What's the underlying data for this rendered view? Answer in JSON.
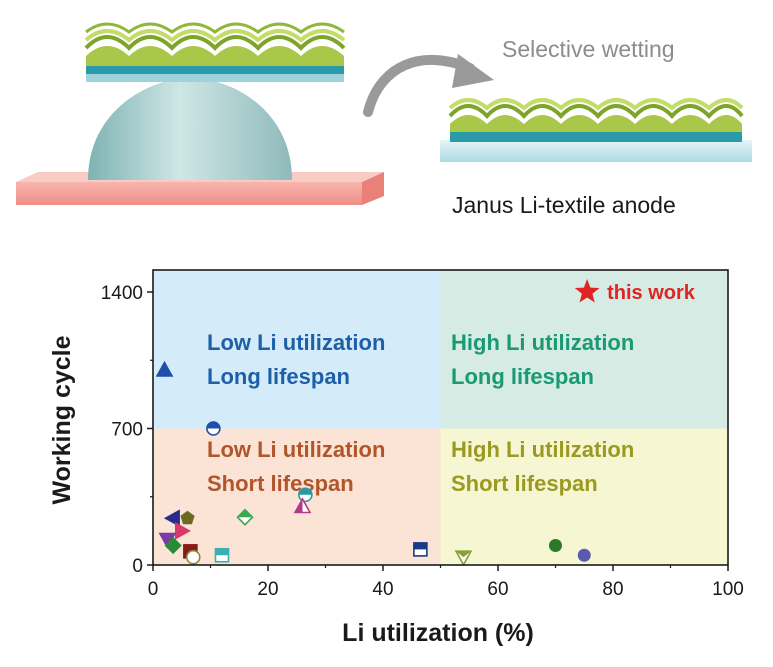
{
  "top_panel": {
    "arrow_label": "Selective wetting",
    "result_label": "Janus Li-textile anode"
  },
  "colors": {
    "low_long": "#d4ecfa",
    "high_long": "#d5ebe4",
    "low_short": "#fbe4d6",
    "high_short": "#f6f6d2",
    "label_blue": "#1f5fa8",
    "label_green": "#1a9a72",
    "label_brown": "#b0562a",
    "label_olive": "#9a9a22",
    "star": "#e02424"
  },
  "chart_data": {
    "type": "scatter",
    "xlabel": "Li utilization (%)",
    "ylabel": "Working cycle",
    "xlim": [
      0,
      100
    ],
    "ylim": [
      0,
      1400
    ],
    "xticks": [
      "0",
      "20",
      "40",
      "60",
      "80",
      "100"
    ],
    "yticks": [
      "0",
      "700",
      "1400"
    ],
    "grid": false,
    "regions": [
      {
        "lines": [
          "Low Li utilization",
          "Long lifespan"
        ],
        "color": "#1f5fa8"
      },
      {
        "lines": [
          "High Li utilization",
          "Long lifespan"
        ],
        "color": "#1a9a72"
      },
      {
        "lines": [
          "Low Li utilization",
          "Short lifespan"
        ],
        "color": "#b0562a"
      },
      {
        "lines": [
          "High Li utilization",
          "Short lifespan"
        ],
        "color": "#9a9a22"
      }
    ],
    "highlight": {
      "label": "this work",
      "x": 75.5,
      "y": 1400,
      "color": "#e02424"
    },
    "points": [
      {
        "x": 2,
        "y": 1000,
        "marker": "triangle-up",
        "color": "#1f4fa8"
      },
      {
        "x": 10.5,
        "y": 700,
        "marker": "circle-half",
        "color": "#1f4fa8"
      },
      {
        "x": 26.5,
        "y": 360,
        "marker": "circle-half",
        "color": "#2a9aa0"
      },
      {
        "x": 3.5,
        "y": 240,
        "marker": "triangle-left",
        "color": "#2a2a8a"
      },
      {
        "x": 6,
        "y": 240,
        "marker": "pentagon",
        "color": "#6a6a20"
      },
      {
        "x": 16,
        "y": 245,
        "marker": "diamond-half",
        "color": "#3aaa50"
      },
      {
        "x": 26,
        "y": 300,
        "marker": "triangle-half",
        "color": "#b03a8a"
      },
      {
        "x": 5,
        "y": 175,
        "marker": "triangle-right",
        "color": "#d63a6a"
      },
      {
        "x": 2.5,
        "y": 130,
        "marker": "triangle-down",
        "color": "#7a3aa8"
      },
      {
        "x": 3.5,
        "y": 100,
        "marker": "diamond",
        "color": "#2a8a3a"
      },
      {
        "x": 6.5,
        "y": 70,
        "marker": "square",
        "color": "#8a1a1a"
      },
      {
        "x": 7,
        "y": 40,
        "marker": "circle-open",
        "color": "#8a8a3a"
      },
      {
        "x": 12,
        "y": 50,
        "marker": "square-half",
        "color": "#3ab0b0"
      },
      {
        "x": 46.5,
        "y": 80,
        "marker": "square-half",
        "color": "#1a3a8a"
      },
      {
        "x": 54,
        "y": 40,
        "marker": "triangle-down-half",
        "color": "#8aa03a"
      },
      {
        "x": 70,
        "y": 100,
        "marker": "circle",
        "color": "#2a7a2a"
      },
      {
        "x": 75,
        "y": 50,
        "marker": "circle",
        "color": "#5a5ab0"
      }
    ]
  }
}
